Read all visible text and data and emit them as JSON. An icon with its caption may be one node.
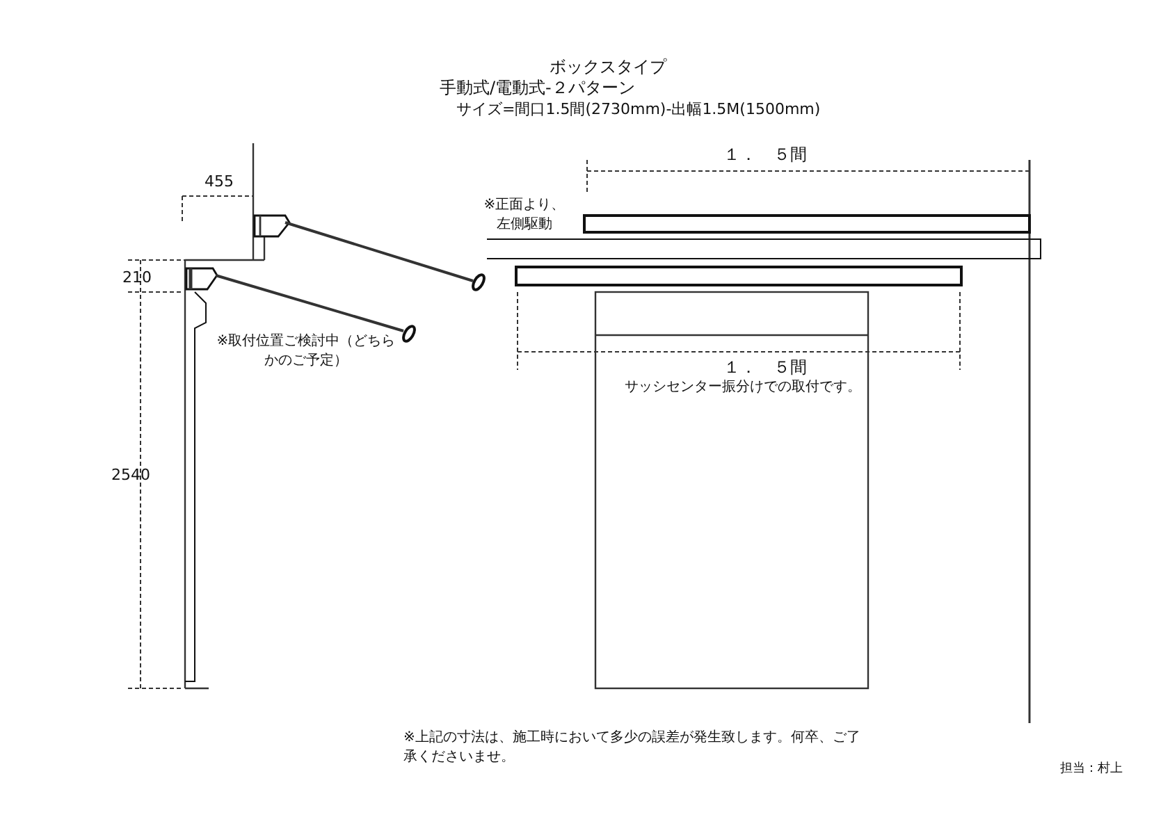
{
  "diagram": {
    "title": "ボックスタイプ",
    "labels": [
      "手動式/電動式-２パターン",
      "サイズ=間口1.5間(2730mm)-出幅1.5M(1500mm)",
      "455",
      "210",
      "2540",
      "※正面より、左側駆動",
      "※取付位置ご検討中（どちらかのご予定）",
      "１．　５間",
      "１．　５間",
      "サッシセンター振分けでの取付です。",
      "※上記の寸法は、施工時において多少の誤差が発生致します。何卒、ご了承くださいませ。",
      "担当：村上"
    ]
  }
}
